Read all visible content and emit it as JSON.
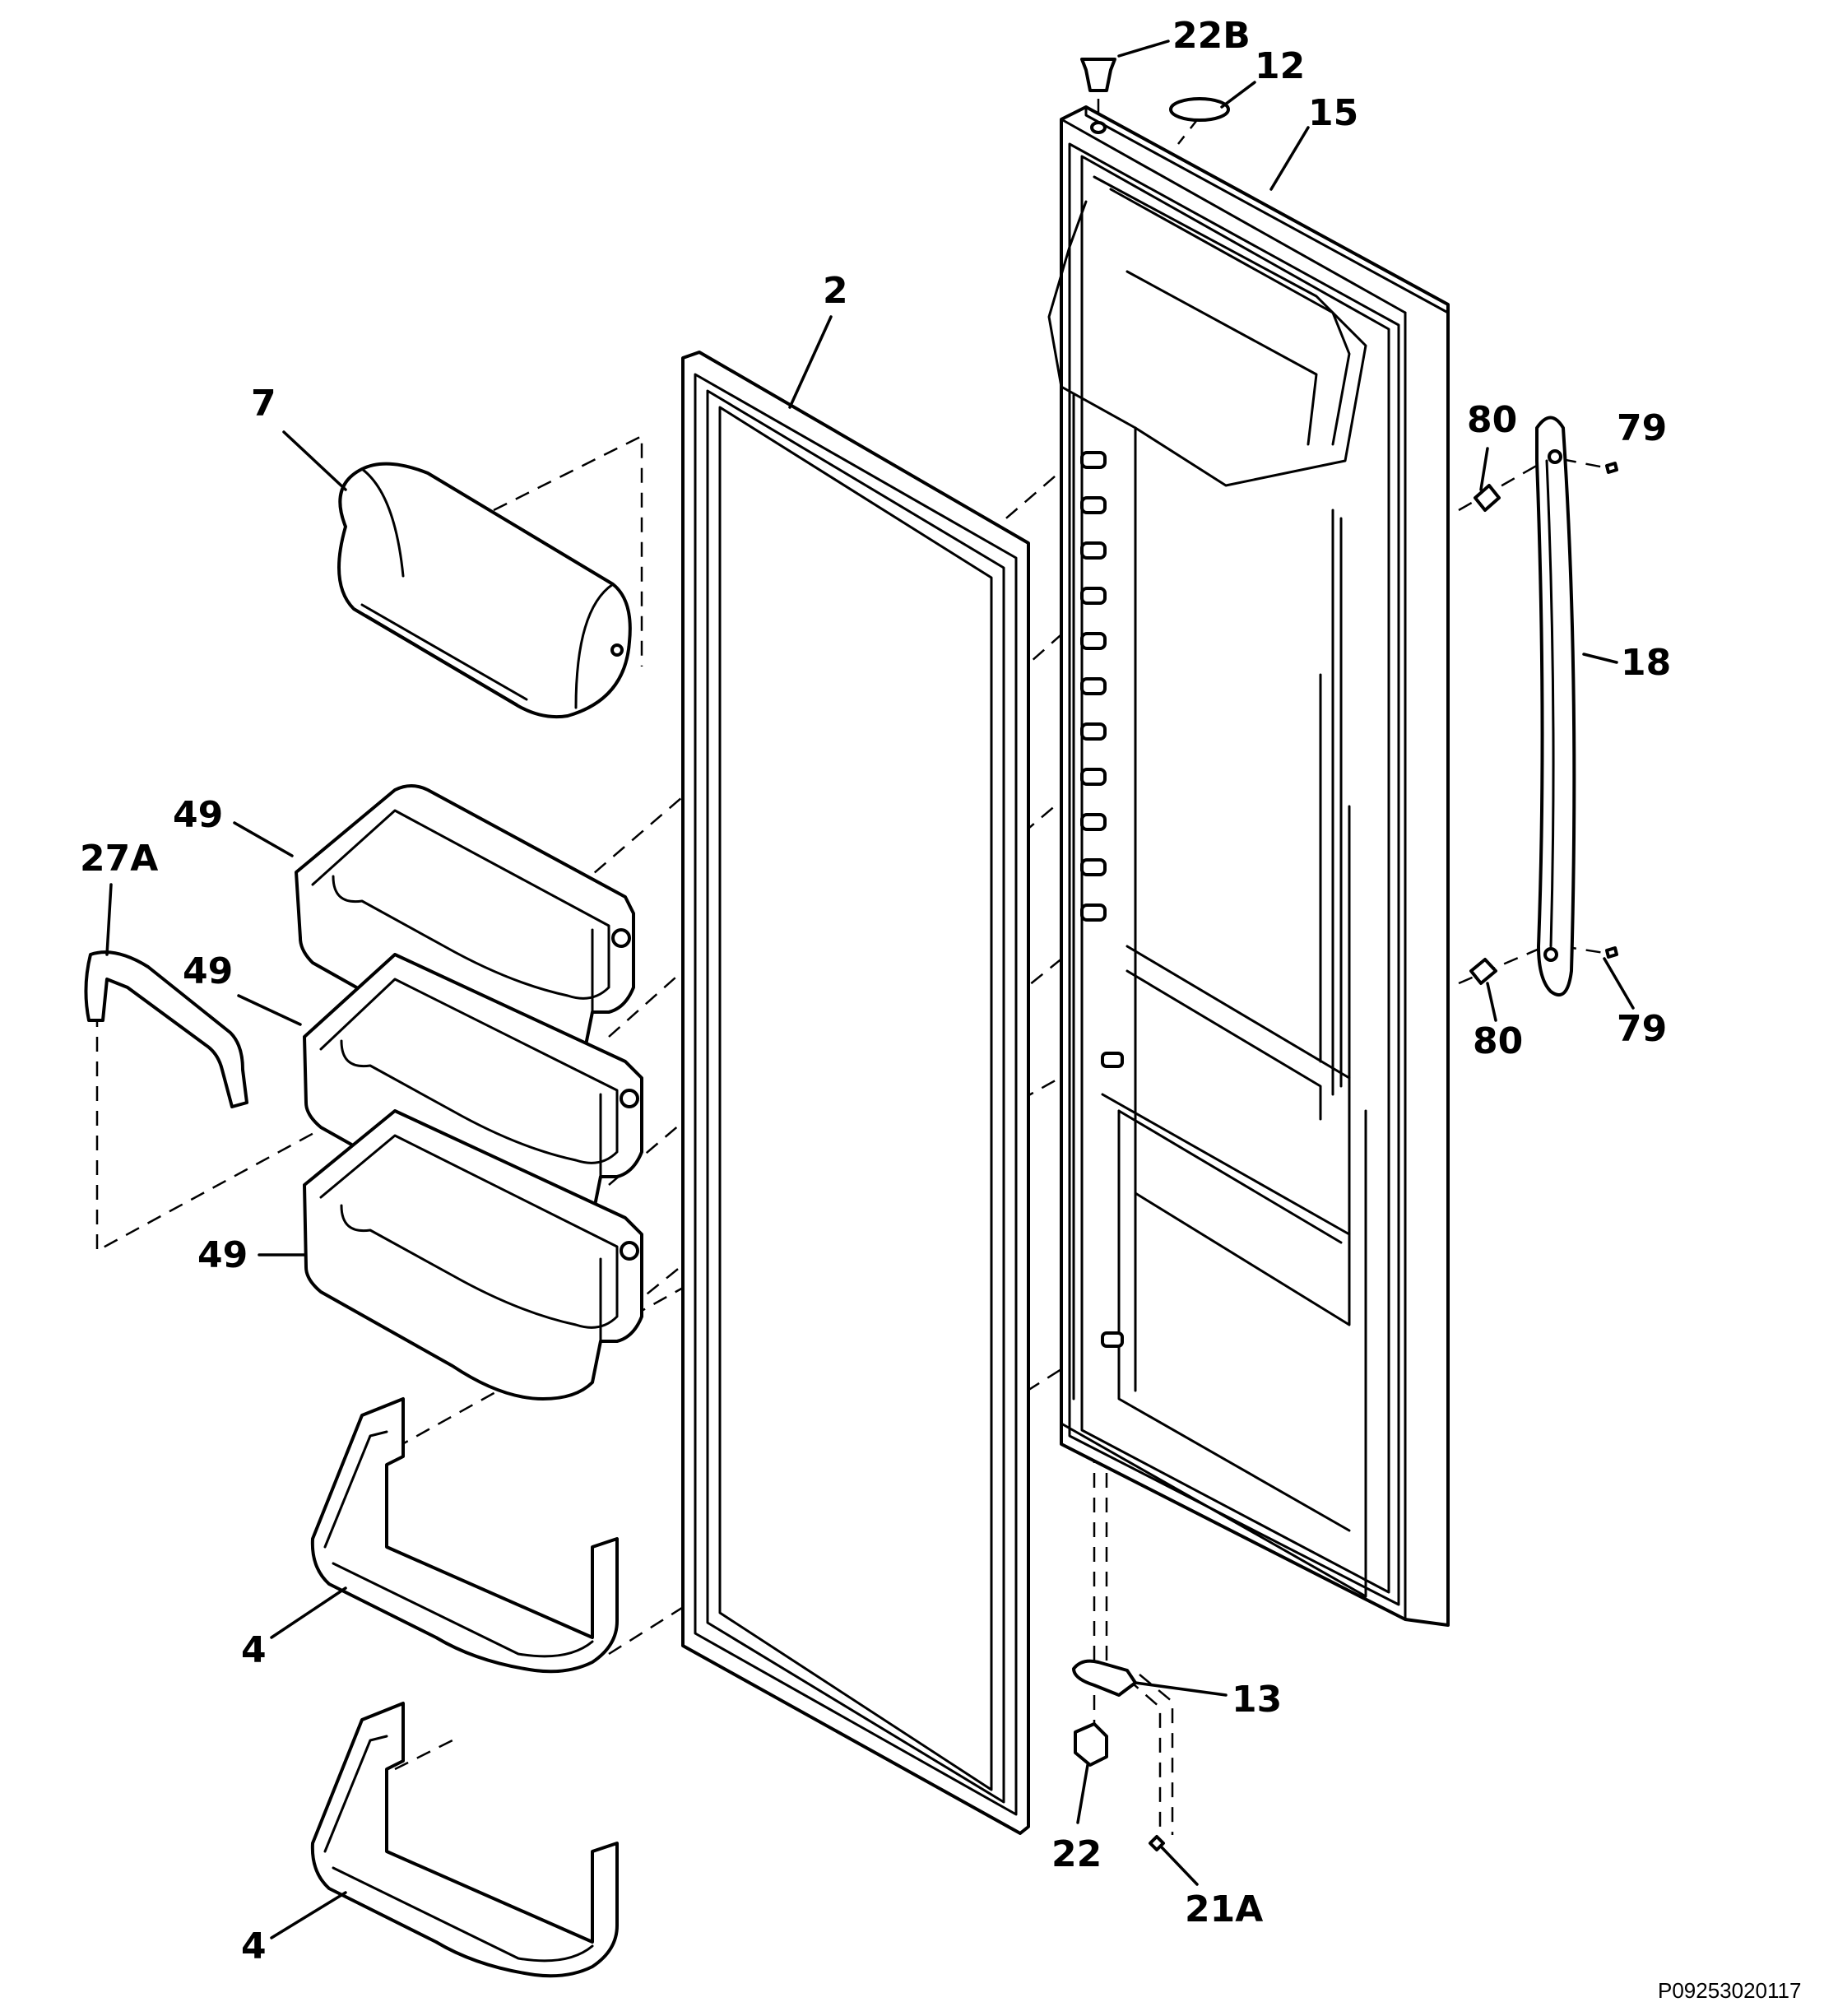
{
  "callouts": {
    "c22b": "22B",
    "c12": "12",
    "c15": "15",
    "c2": "2",
    "c7": "7",
    "c80_top": "80",
    "c79_top": "79",
    "c18": "18",
    "c49_a": "49",
    "c27a": "27A",
    "c49_b": "49",
    "c80_bottom": "80",
    "c79_bottom": "79",
    "c49_c": "49",
    "c4_a": "4",
    "c13": "13",
    "c4_b": "4",
    "c22": "22",
    "c21a": "21A"
  },
  "catalog_number": "P09253020117"
}
